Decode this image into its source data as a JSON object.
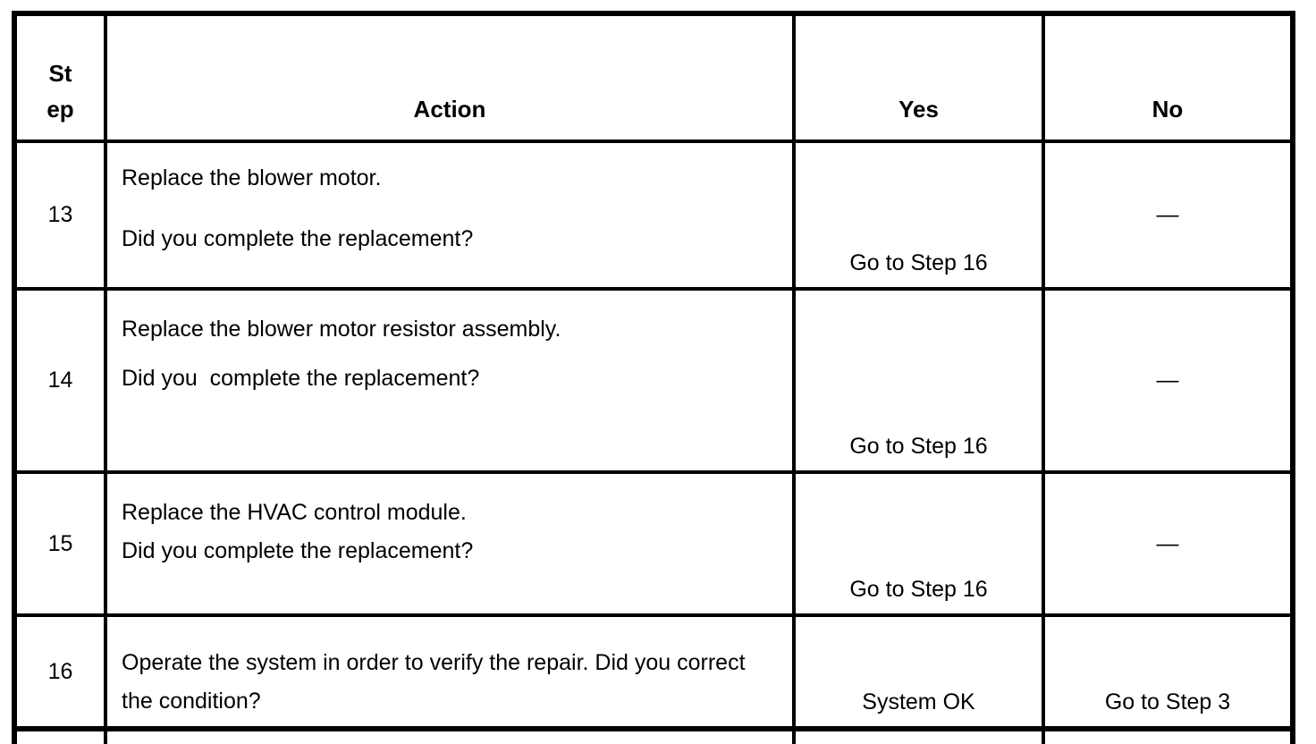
{
  "table": {
    "headers": {
      "step": "St\nep",
      "action": "Action",
      "yes": "Yes",
      "no": "No"
    },
    "rows": [
      {
        "step": "13",
        "action_line1": "Replace the blower motor.",
        "action_line2": "Did you complete the replacement?",
        "yes": "Go to Step 16",
        "no": "—"
      },
      {
        "step": "14",
        "action_line1": "Replace the blower motor resistor assembly.",
        "action_line2": "Did you  complete the replacement?",
        "yes": "Go to Step 16",
        "no": "—"
      },
      {
        "step": "15",
        "action_line1": "Replace the HVAC control module.",
        "action_line2": "Did you complete the replacement?",
        "yes": "Go to Step 16",
        "no": "—"
      },
      {
        "step": "16",
        "action_line1": "Operate the system in order to verify the repair. Did you correct the condition?",
        "yes": "System OK",
        "no": "Go to Step 3"
      }
    ]
  },
  "colors": {
    "border": "#000000",
    "background": "#ffffff",
    "text": "#000000"
  }
}
